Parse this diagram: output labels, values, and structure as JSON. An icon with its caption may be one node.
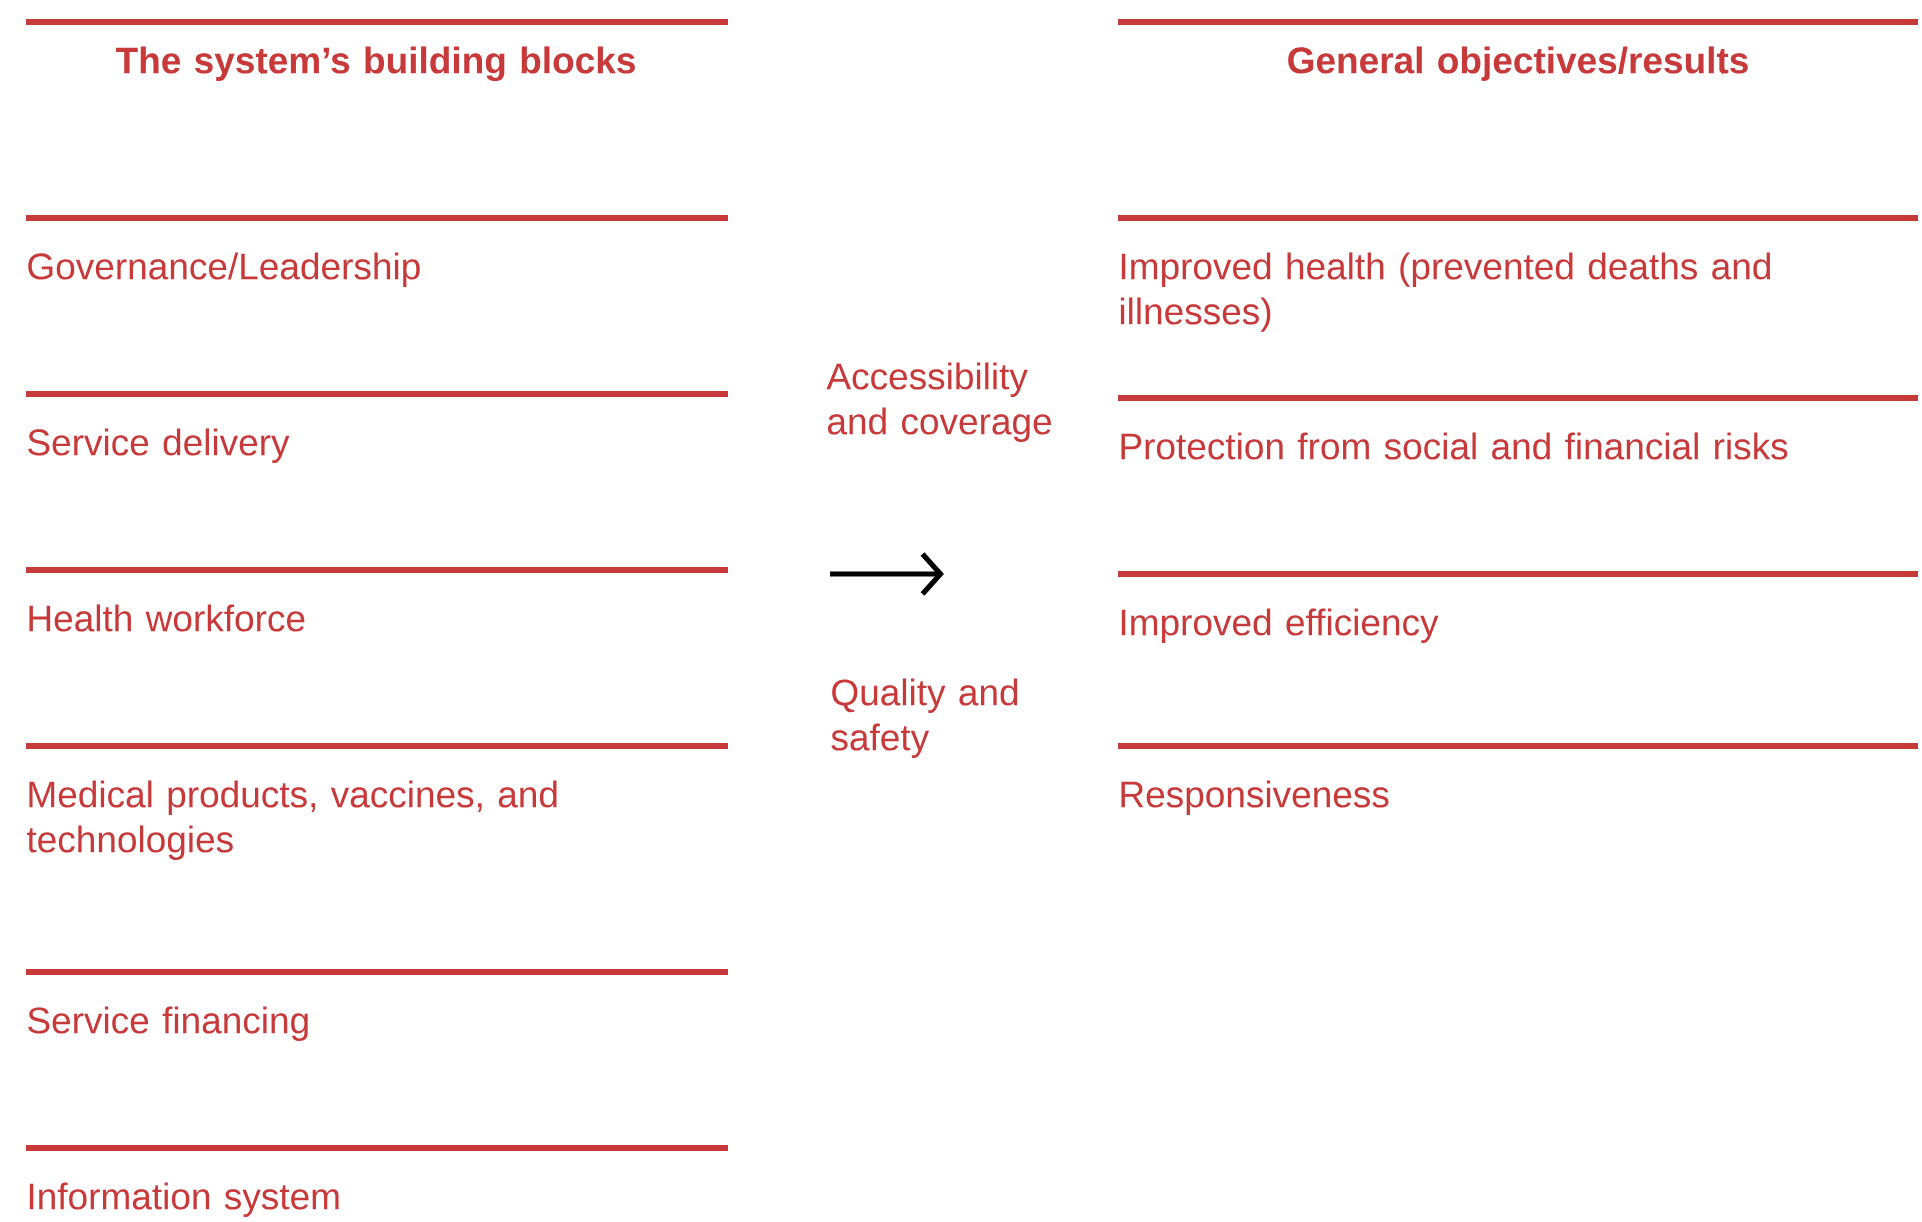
{
  "diagram": {
    "nodes": [
      {
        "text": [
          "The system’s building blocks"
        ]
      },
      {
        "text": [
          "Governance/Leadership"
        ]
      },
      {
        "text": [
          "Service delivery"
        ]
      },
      {
        "text": [
          "Health workforce"
        ]
      },
      {
        "text": [
          "Medical products, vaccines, and technologies"
        ]
      },
      {
        "text": [
          "Service financing"
        ]
      },
      {
        "text": [
          "Information system"
        ]
      },
      {
        "text": [
          "General objectives/results"
        ]
      },
      {
        "text": [
          "Improved health (prevented deaths and illnesses)"
        ]
      },
      {
        "text": [
          "Protection from social and financial risks"
        ]
      },
      {
        "text": [
          "Improved efficiency"
        ]
      },
      {
        "text": [
          "Responsiveness"
        ]
      }
    ],
    "edges": [],
    "labels": [
      "Accessibility and coverage",
      "Quality and safety"
    ]
  }
}
